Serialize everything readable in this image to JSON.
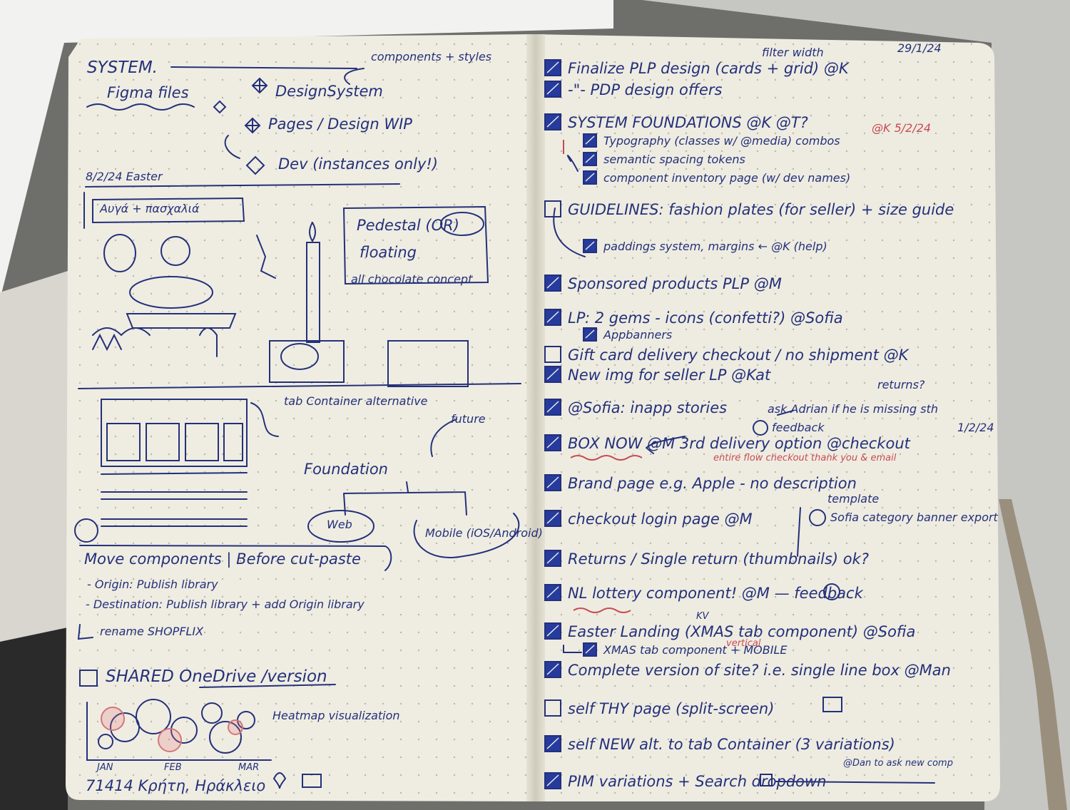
{
  "left_page": {
    "system_title": "SYSTEM.",
    "components_note": "components + styles",
    "figma_files": "Figma files",
    "file_design_system": "DesignSystem",
    "file_pages": "Pages / Design WIP",
    "file_dev": "Dev (instances only!)",
    "easter_heading": "8/2/24 Easter",
    "easter_banner": "Αυγά + πασχαλιά",
    "pedestal": "Pedestal (OR)",
    "floating": "floating",
    "all_chocolate": "all chocolate concept",
    "tab_container": "tab Container alternative",
    "future": "future",
    "foundation": "Foundation",
    "web": "Web",
    "mobile": "Mobile (iOS/Android)",
    "move_components": "Move components | Before cut-paste",
    "origin": "- Origin: Publish library",
    "destination": "- Destination: Publish library + add Origin library",
    "rename": "rename SHOPFLIX",
    "shared_onedrive": "SHARED OneDrive /version",
    "heatmap_viz": "Heatmap visualization",
    "months": [
      "JAN",
      "FEB",
      "MAR"
    ],
    "address": "71414 Κρήτη, Ηράκλειο"
  },
  "right_page": {
    "date": "29/1/24",
    "filter_width": "filter width",
    "tasks": [
      {
        "text": "Finalize PLP design (cards + grid) @K",
        "checked": true
      },
      {
        "text": "-\"- PDP design offers",
        "checked": true
      },
      {
        "text": "SYSTEM FOUNDATIONS @K @T?",
        "checked": true
      },
      {
        "text": "Typography (classes w/ @media) combos",
        "checked": true,
        "sub": true
      },
      {
        "text": "semantic spacing tokens",
        "checked": true,
        "sub": true
      },
      {
        "text": "component inventory page (w/ dev names)",
        "checked": true,
        "sub": true
      },
      {
        "text": "GUIDELINES: fashion plates (for seller) + size guide",
        "checked": false
      },
      {
        "text": "paddings system, margins ← @K (help)",
        "checked": true,
        "sub": true
      },
      {
        "text": "Sponsored products PLP @M",
        "checked": true
      },
      {
        "text": "LP: 2 gems - icons (confetti?) @Sofia",
        "checked": true
      },
      {
        "text": "Appbanners",
        "checked": true,
        "sub": true
      },
      {
        "text": "Gift card delivery checkout / no shipment @K",
        "checked": false
      },
      {
        "text": "New img for seller LP @Kat",
        "checked": true
      },
      {
        "text": "@Sofia: inapp stories",
        "checked": true
      },
      {
        "text": "BOX NOW @M 3rd delivery option @checkout",
        "checked": true
      },
      {
        "text": "Brand page e.g. Apple - no description",
        "checked": true
      },
      {
        "text": "checkout login page @M",
        "checked": true
      },
      {
        "text": "Returns / Single return (thumbnails) ok?",
        "checked": true
      },
      {
        "text": "NL lottery component! @M — feedback",
        "checked": true
      },
      {
        "text": "Easter Landing (XMAS tab component) @Sofia",
        "checked": true
      },
      {
        "text": "XMAS tab component + MOBILE",
        "checked": true,
        "sub": true
      },
      {
        "text": "Complete version of site? i.e. single line box @Man",
        "checked": true
      },
      {
        "text": "self THY page (split-screen)",
        "checked": false
      },
      {
        "text": "self NEW alt. to tab Container (3 variations)",
        "checked": true
      },
      {
        "text": "PIM variations + Search dropdown",
        "checked": true
      }
    ],
    "k_date": "@K 5/2/24",
    "ask_adrian": "ask Adrian if he is missing sth",
    "returns_q": "returns?",
    "feedback": "feedback",
    "date_1_2": "1/2/24",
    "entire_flow": "entire flow checkout thank you & email",
    "template": "template",
    "sofia_category": "Sofia category banner export",
    "vertical": "vertical",
    "kv": "KV",
    "dan_note": "@Dan to ask new comp"
  },
  "colors": {
    "ink": "#24307a",
    "red_ink": "#c94a52",
    "paper": "#efede2"
  }
}
